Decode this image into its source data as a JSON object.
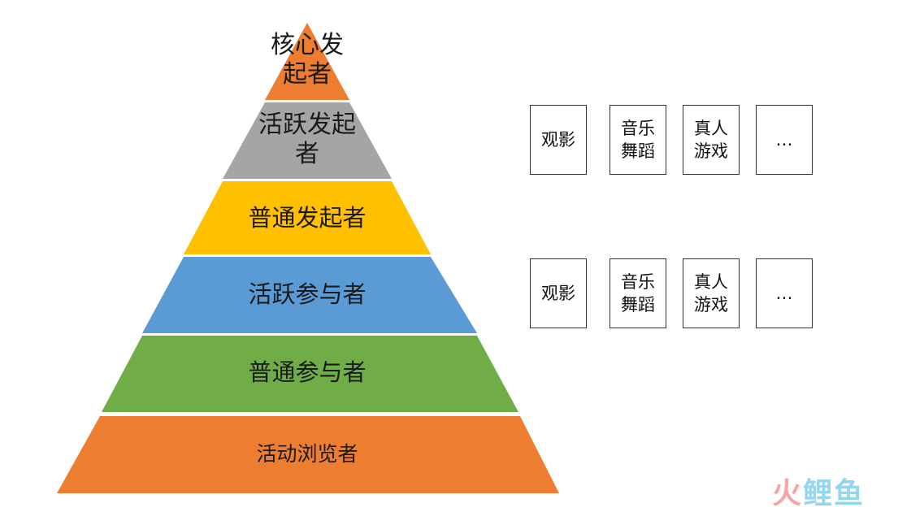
{
  "pyramid": {
    "layers": [
      {
        "label": "核心发\n起者",
        "color": "#ED7D31"
      },
      {
        "label": "活跃发起\n者",
        "color": "#A5A5A5"
      },
      {
        "label": "普通发起者",
        "color": "#FFC000"
      },
      {
        "label": "活跃参与者",
        "color": "#5B9BD5"
      },
      {
        "label": "普通参与者",
        "color": "#70AD47"
      },
      {
        "label": "活动浏览者",
        "color": "#ED7D31"
      }
    ]
  },
  "category_rows": [
    {
      "items": [
        "观影",
        "音乐\n舞蹈",
        "真人\n游戏",
        "…"
      ]
    },
    {
      "items": [
        "观影",
        "音乐\n舞蹈",
        "真人\n游戏",
        "…"
      ]
    }
  ],
  "watermark": {
    "part1": "火",
    "part2": "鲤鱼"
  }
}
